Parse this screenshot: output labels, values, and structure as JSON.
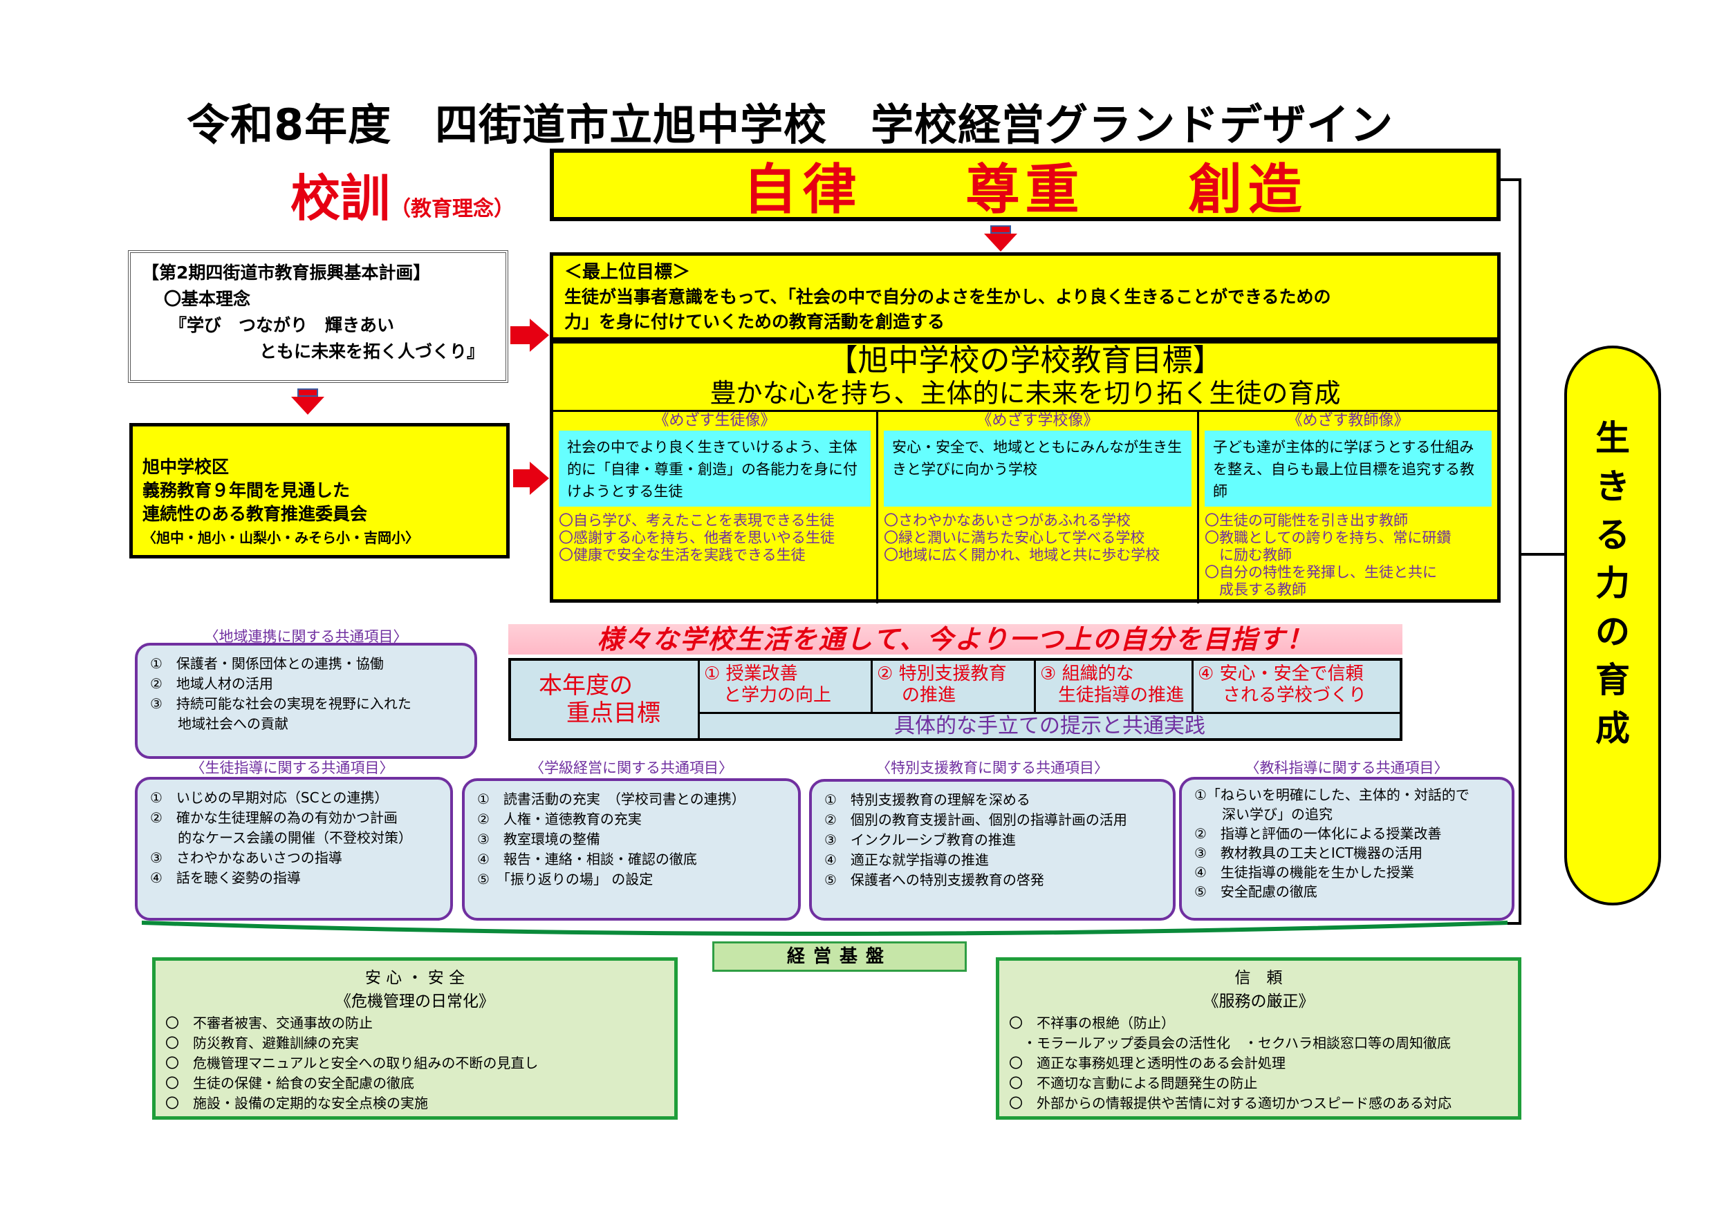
{
  "page_title": "令和8年度　四街道市立旭中学校　学校経営グランドデザイン",
  "motto": {
    "label": "校訓",
    "sub_label": "（教育理念）",
    "words": [
      "自律",
      "尊重",
      "創造"
    ]
  },
  "plan_box": {
    "lines": [
      "【第2期四街道市教育振興基本計画】",
      "〇基本理念",
      "『学び　つながり　輝きあい",
      "ともに未来を拓く人づくり』"
    ]
  },
  "district_box": {
    "lines": [
      "旭中学校区",
      "義務教育９年間を見通した",
      "連続性のある教育推進委員会"
    ],
    "note": "〈旭中・旭小・山梨小・みそら小・吉岡小〉"
  },
  "top_goal": {
    "heading": "＜最上位目標＞",
    "text_line1": "生徒が当事者意識をもって、「社会の中で自分のよさを生かし、より良く生きることができるための",
    "text_line2": "力」を身に付けていくための教育活動を創造する"
  },
  "edu_goal": {
    "title": "【旭中学校の学校教育目標】",
    "subtitle": "豊かな心を持ち、主体的に未来を切り拓く生徒の育成",
    "columns": [
      {
        "heading": "《めざす生徒像》",
        "summary": "社会の中でより良く生きていけるよう、主体的に「自律・尊重・創造」の各能力を身に付けようとする生徒",
        "points": [
          "〇自ら学び、考えたことを表現できる生徒",
          "〇感謝する心を持ち、他者を思いやる生徒",
          "〇健康で安全な生活を実践できる生徒"
        ]
      },
      {
        "heading": "《めざす学校像》",
        "summary": "安心・安全で、地域とともにみんなが生き生きと学びに向かう学校",
        "points": [
          "〇さわやかなあいさつがあふれる学校",
          "〇緑と潤いに満ちた安心して学べる学校",
          "〇地域に広く開かれ、地域と共に歩む学校"
        ]
      },
      {
        "heading": "《めざす教師像》",
        "summary": "子ども達が主体的に学ぼうとする仕組みを整え、自らも最上位目標を追究する教師",
        "points": [
          "〇生徒の可能性を引き出す教師",
          "〇教職としての誇りを持ち、常に研鑽",
          "　に励む教師",
          "〇自分の特性を発揮し、生徒と共に",
          "　成長する教師"
        ]
      }
    ]
  },
  "slogan": "様々な学校生活を通して、今より一つ上の自分を目指す！",
  "focus": {
    "label_line1": "本年度の",
    "label_line2": "重点目標",
    "items": [
      {
        "line1": "① 授業改善",
        "line2": "と学力の向上"
      },
      {
        "line1": "② 特別支援教育",
        "line2": "の推進"
      },
      {
        "line1": "③ 組織的な",
        "line2": "生徒指導の推進"
      },
      {
        "line1": "④ 安心・安全で信頼",
        "line2": "される学校づくり"
      }
    ],
    "bottom": "具体的な手立ての提示と共通実践"
  },
  "side_vertical": [
    "生",
    "き",
    "る",
    "力",
    "の",
    "育",
    "成"
  ],
  "common": {
    "regional": {
      "title": "〈地域連携に関する共通項目〉",
      "items": [
        "①　保護者・関係団体との連携・協働",
        "②　地域人材の活用",
        "③　持続可能な社会の実現を視野に入れた",
        "　　地域社会への貢献"
      ]
    },
    "guidance": {
      "title": "〈生徒指導に関する共通項目〉",
      "items": [
        "①　いじめの早期対応（SCとの連携）",
        "②　確かな生徒理解の為の有効かつ計画",
        "　　的なケース会議の開催（不登校対策）",
        "③　さわやかなあいさつの指導",
        "④　話を聴く姿勢の指導"
      ]
    },
    "class": {
      "title": "〈学級経営に関する共通項目〉",
      "items": [
        "①　読書活動の充実　（学校司書との連携）",
        "②　人権・道徳教育の充実",
        "③　教室環境の整備",
        "④　報告・連絡・相談・確認の徹底",
        "⑤　「振り返りの場」 の設定"
      ]
    },
    "special": {
      "title": "〈特別支援教育に関する共通項目〉",
      "items": [
        "①　特別支援教育の理解を深める",
        "②　個別の教育支援計画、個別の指導計画の活用",
        "③　インクルーシブ教育の推進",
        "④　適正な就学指導の推進",
        "⑤　保護者への特別支援教育の啓発"
      ]
    },
    "subject": {
      "title": "〈教科指導に関する共通項目〉",
      "items": [
        "①「ねらいを明確にした、主体的・対話的で",
        "　　深い学び」の追究",
        "②　指導と評価の一体化による授業改善",
        "③　教材教具の工夫とICT機器の活用",
        "④　生徒指導の機能を生かした授業",
        "⑤　安全配慮の徹底"
      ]
    }
  },
  "base": {
    "label": "経営基盤",
    "safety": {
      "title": "安 心 ・ 安 全",
      "subtitle": "《危機管理の日常化》",
      "items": [
        "〇　不審者被害、交通事故の防止",
        "〇　防災教育、避難訓練の充実",
        "〇　危機管理マニュアルと安全への取り組みの不断の見直し",
        "〇　生徒の保健・給食の安全配慮の徹底",
        "〇　施設・設備の定期的な安全点検の実施"
      ]
    },
    "trust": {
      "title": "信　頼",
      "subtitle": "《服務の厳正》",
      "items": [
        "〇　不祥事の根絶（防止）",
        "　・モラールアップ委員会の活性化　・セクハラ相談窓口等の周知徹底",
        "〇　適正な事務処理と透明性のある会計処理",
        "〇　不適切な言動による問題発生の防止",
        "〇　外部からの情報提供や苦情に対する適切かつスピード感のある対応"
      ]
    }
  }
}
